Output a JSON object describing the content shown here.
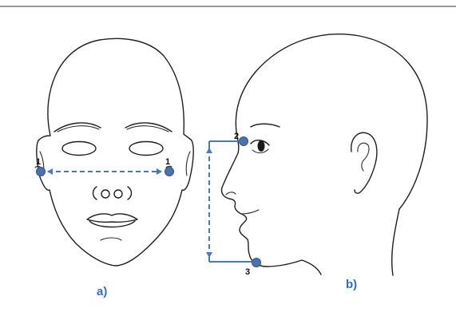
{
  "colors": {
    "measure_line": "#4a78b8",
    "landmark_dot": "#4a72ad",
    "panel_label": "#2e6fb7",
    "outline": "#1e1e1e"
  },
  "front_view": {
    "panel_label": "a)",
    "landmarks": [
      {
        "label": "1"
      },
      {
        "label": "1"
      }
    ]
  },
  "side_view": {
    "panel_label": "b)",
    "landmarks": [
      {
        "label": "2"
      },
      {
        "label": "3"
      }
    ]
  }
}
